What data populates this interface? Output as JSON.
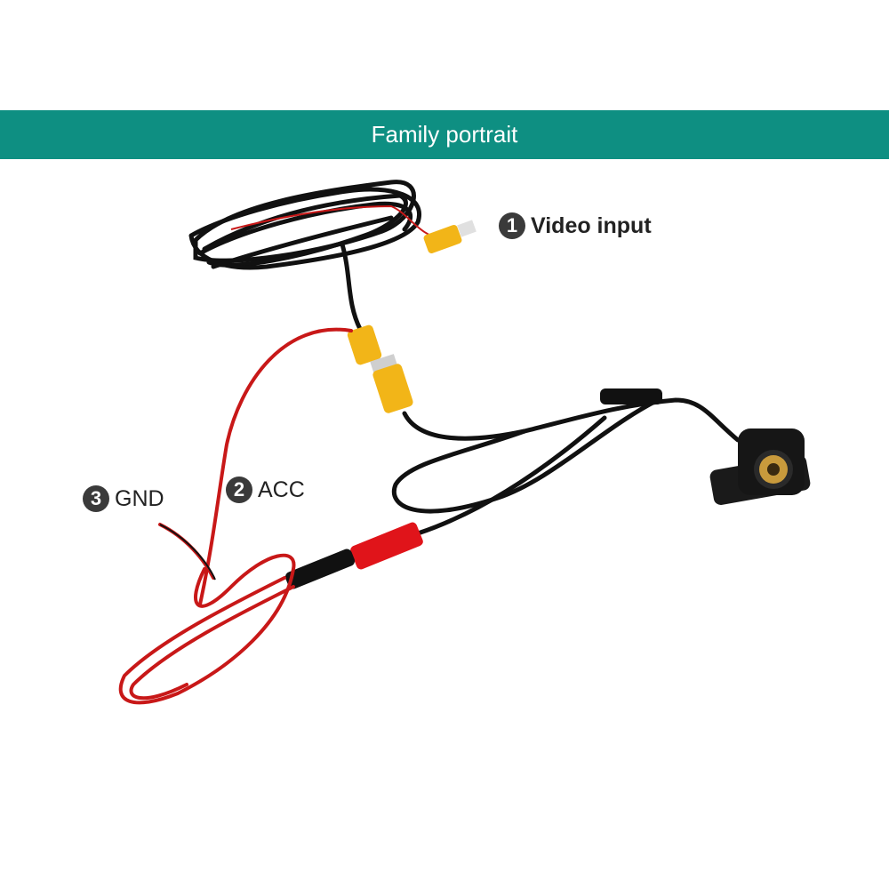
{
  "banner": {
    "title": "Family portrait",
    "color": "#0e8f82"
  },
  "callouts": [
    {
      "number": "1",
      "label": "Video input"
    },
    {
      "number": "2",
      "label": "ACC"
    },
    {
      "number": "3",
      "label": "GND"
    }
  ],
  "colors": {
    "badge": "#3a3a3a",
    "cable": "#111111",
    "red_wire": "#c81818",
    "rca_yellow": "#f2b518",
    "rca_red": "#e0141a",
    "lens_gold": "#c89a3c"
  }
}
